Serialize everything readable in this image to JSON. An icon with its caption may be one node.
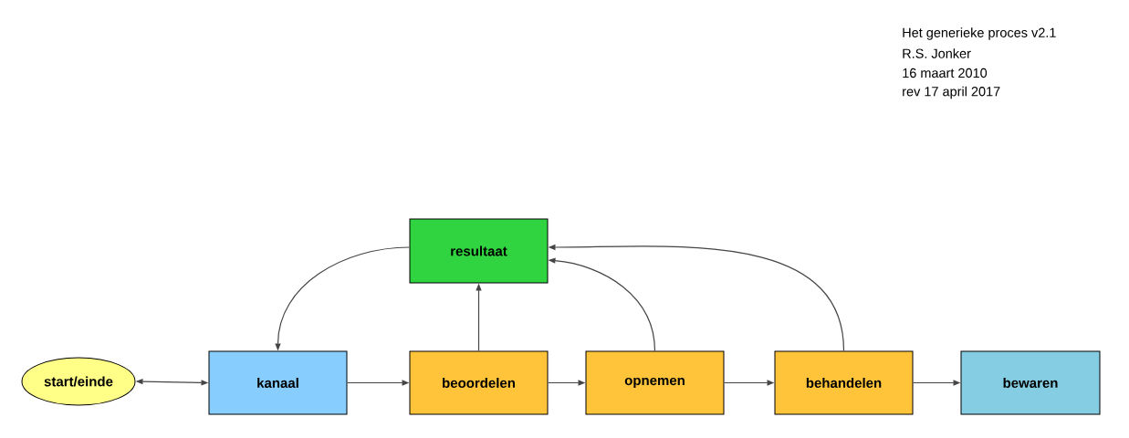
{
  "diagram": {
    "nodes": [
      {
        "text": [
          "resultaat"
        ]
      },
      {
        "text": [
          "start/einde"
        ]
      },
      {
        "text": [
          "kanaal"
        ]
      },
      {
        "text": [
          "beoordelen"
        ]
      },
      {
        "text": [
          "opnemen"
        ]
      },
      {
        "text": [
          "behandelen"
        ]
      },
      {
        "text": [
          "bewaren"
        ]
      }
    ],
    "edges": [
      {
        "from": 1,
        "to": 2,
        "arrow": "both"
      },
      {
        "from": 2,
        "to": 3,
        "arrow": "to"
      },
      {
        "from": 3,
        "to": 0,
        "arrow": "to"
      },
      {
        "from": 3,
        "to": 4,
        "arrow": "to"
      },
      {
        "from": 4,
        "to": 0,
        "arrow": "to"
      },
      {
        "from": 4,
        "to": 5,
        "arrow": "to"
      },
      {
        "from": 5,
        "to": 0,
        "arrow": "to"
      },
      {
        "from": 5,
        "to": 6,
        "arrow": "to"
      },
      {
        "from": 0,
        "to": 2,
        "arrow": "to"
      }
    ],
    "labels": [
      "Het generieke proces v2.1",
      "R.S. Jonker",
      "16 maart 2010",
      "rev 17 april 2017"
    ]
  }
}
